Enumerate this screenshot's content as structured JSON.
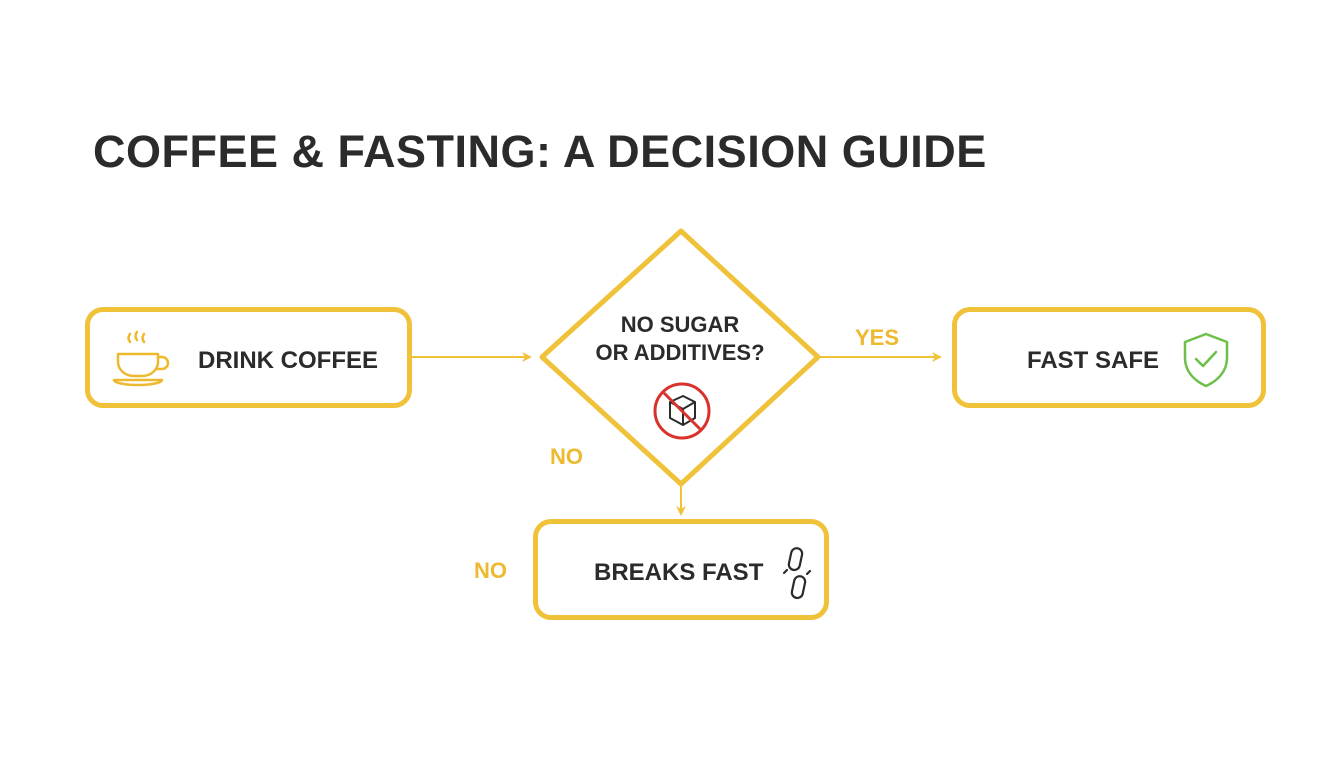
{
  "title": "COFFEE & FASTING: A DECISION GUIDE",
  "nodes": {
    "start": {
      "label": "DRINK COFFEE",
      "icon": "coffee-cup-icon"
    },
    "decision": {
      "line1": "NO SUGAR",
      "line2": "OR ADDITIVES?",
      "icon": "no-sugar-cube-icon"
    },
    "safe": {
      "label": "FAST SAFE",
      "icon": "shield-check-icon"
    },
    "breaks": {
      "label": "BREAKS FAST",
      "icon": "broken-chain-icon"
    }
  },
  "edges": {
    "yes": "YES",
    "no_1": "NO",
    "no_2": "NO"
  },
  "colors": {
    "accent": "#f0c23a",
    "text": "#2b2b2b",
    "safe_green": "#6cc04a",
    "prohibit_red": "#d9312b"
  }
}
